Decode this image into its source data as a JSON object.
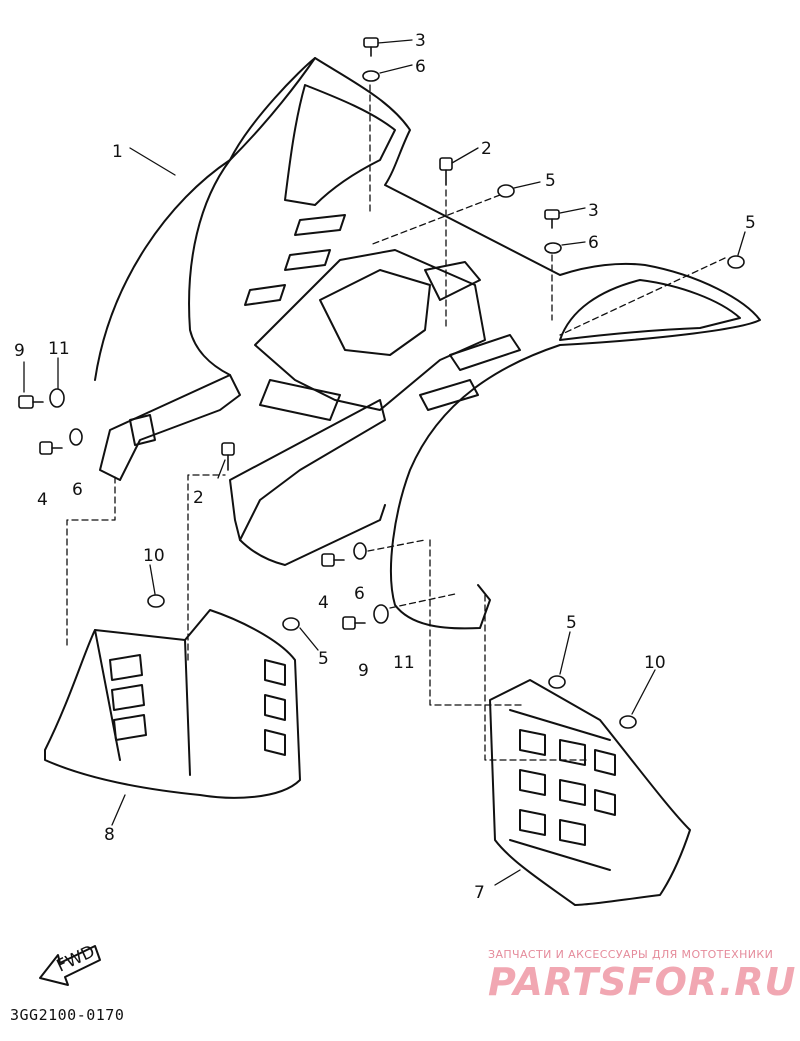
{
  "part_labels": [
    "1",
    "2",
    "2",
    "3",
    "3",
    "4",
    "4",
    "5",
    "5",
    "5",
    "5",
    "6",
    "6",
    "6",
    "6",
    "7",
    "8",
    "9",
    "9",
    "10",
    "10",
    "11",
    "11"
  ],
  "fwd_label": "FWD",
  "document_code": "3GG2100-0170",
  "watermark": {
    "tagline": "ЗАПЧАСТИ И АКСЕССУАРЫ ДЛЯ МОТОТЕХНИКИ",
    "brand": "PARTSFOR.RU"
  },
  "colors": {
    "line": "#111111",
    "watermark": "#f1a7b2"
  }
}
